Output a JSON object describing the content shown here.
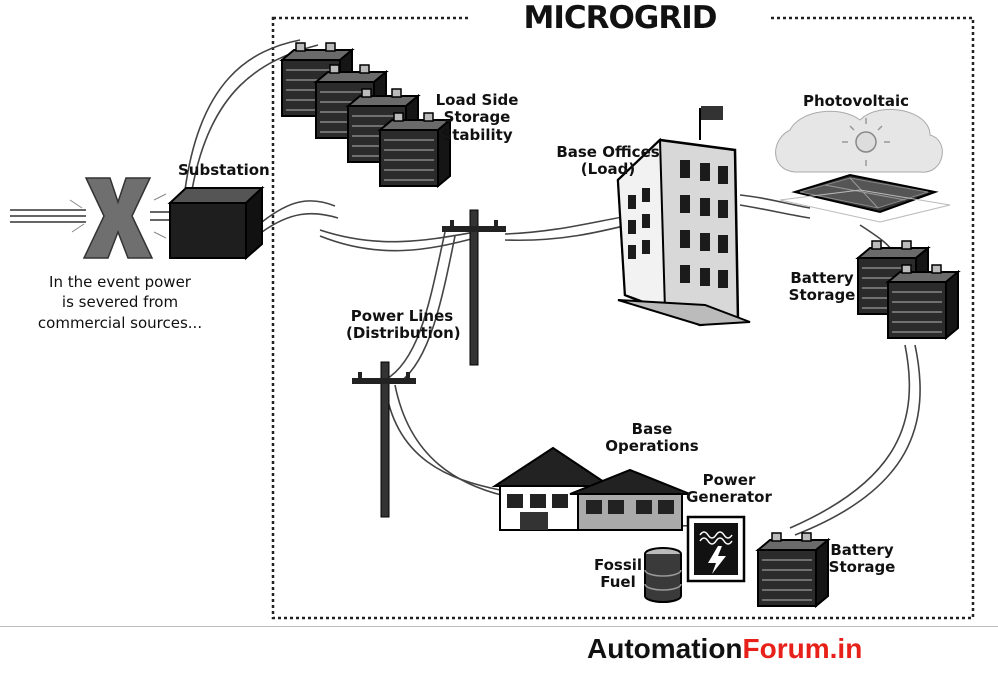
{
  "title": "MICROGRID",
  "labels": {
    "substation": "Substation",
    "load_side_storage": [
      "Load Side",
      "Storage",
      "Stability"
    ],
    "base_offices": [
      "Base Offices",
      "(Load)"
    ],
    "photovoltaic": "Photovoltaic",
    "battery_storage_top": [
      "Battery",
      "Storage"
    ],
    "power_lines": [
      "Power Lines",
      "(Distribution)"
    ],
    "base_operations": [
      "Base",
      "Operations"
    ],
    "power_generator": [
      "Power",
      "Generator"
    ],
    "fossil_fuel": [
      "Fossil",
      "Fuel"
    ],
    "battery_storage_bottom": [
      "Battery",
      "Storage"
    ]
  },
  "caption": [
    "In the event power",
    "is severed from",
    "commercial sources..."
  ],
  "footer": {
    "brand_part1": "Automation",
    "brand_part2": "Forum.in"
  }
}
